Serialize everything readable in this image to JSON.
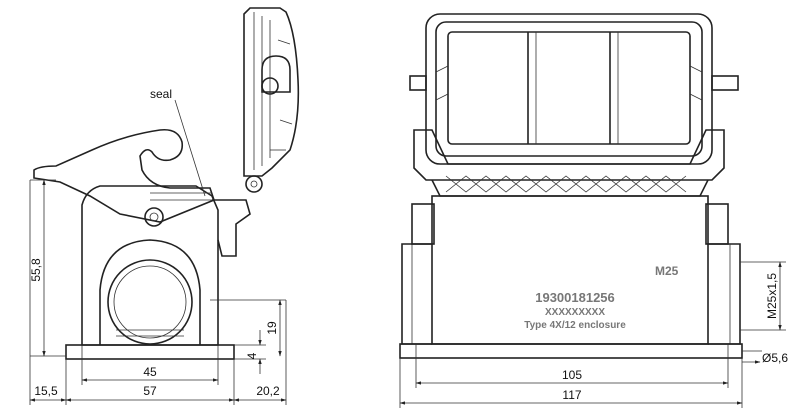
{
  "left_view": {
    "seal_label": "seal",
    "dims": {
      "height": "55,8",
      "boss": "19",
      "base": "4",
      "center_offset": "45",
      "base_length": "57",
      "left_overhang": "15,5",
      "right_overhang": "20,2"
    }
  },
  "right_view": {
    "thread": "M25",
    "part_number": "19300181256",
    "code": "XXXXXXXXX",
    "enclosure_type": "Type 4X/12 enclosure",
    "dims": {
      "thread_side": "M25x1,5",
      "hole": "Ø5,6",
      "hole_spacing": "105",
      "overall_width": "117"
    }
  }
}
